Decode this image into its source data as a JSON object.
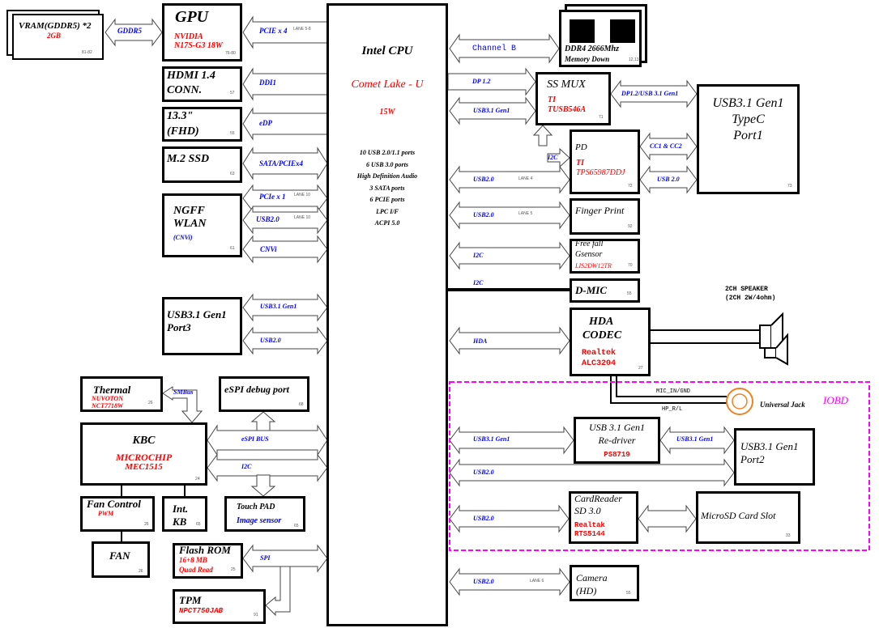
{
  "cpu": {
    "title": "Intel CPU",
    "codename": "Comet Lake - U",
    "tdp": "15W",
    "features": [
      "10 USB 2.0/1.1 ports",
      "6 USB 3.0 ports",
      "High Definition Audio",
      "3 SATA ports",
      "6 PCIE ports",
      "LPC I/F",
      "ACPI 5.0"
    ]
  },
  "blocks": {
    "vram": {
      "title": "VRAM(GDDR5) *2",
      "sub": "2GB",
      "page": "81-82"
    },
    "gpu": {
      "title": "GPU",
      "vendor": "NVIDIA",
      "part": "N17S-G3  18W",
      "page": "76-80"
    },
    "hdmi": {
      "line1": "HDMI  1.4",
      "line2": "CONN.",
      "page": "57"
    },
    "panel": {
      "line1": "13.3\"",
      "line2": "(FHD)",
      "page": "55"
    },
    "ssd": {
      "title": "M.2 SSD",
      "page": "63"
    },
    "wlan": {
      "line1": "NGFF",
      "line2": "WLAN",
      "sub": "(CNVi)",
      "page": "61"
    },
    "usb_port3": {
      "line1": "USB3.1 Gen1",
      "line2": "Port3"
    },
    "thermal": {
      "title": "Thermal",
      "vendor": "NUVOTON",
      "part": "NCT7718W",
      "page": "26"
    },
    "espi_debug": {
      "title": "eSPI debug  port",
      "page": "68"
    },
    "kbc": {
      "title": "KBC",
      "vendor": "MICROCHIP",
      "part": "MEC1515",
      "page": "24"
    },
    "fan_control": {
      "title": "Fan Control",
      "sub": "PWM",
      "page": "26"
    },
    "int_kb": {
      "line1": "Int.",
      "line2": "KB",
      "page": "65"
    },
    "touchpad": {
      "title": "Touch PAD",
      "sub": "Image sensor",
      "page": "65"
    },
    "fan": {
      "title": "FAN",
      "page": "26"
    },
    "flash_rom": {
      "title": "Flash ROM",
      "size": "16+8 MB",
      "mode": "Quad Read",
      "page": "25"
    },
    "tpm": {
      "title": "TPM",
      "part": "NPCT750JAB",
      "page": "91"
    },
    "ddr4": {
      "line1": "DDR4 2666Mhz",
      "line2": "Memory Down",
      "page": "12,13"
    },
    "ss_mux": {
      "title": "SS MUX",
      "vendor": "TI",
      "part": "TUSB546A",
      "page": "71"
    },
    "typec": {
      "line1": "USB3.1 Gen1",
      "line2": "TypeC",
      "line3": "Port1",
      "page": "73"
    },
    "pd": {
      "title": "PD",
      "vendor": "TI",
      "part": "TPS65987DDJ",
      "page": "72"
    },
    "fingerprint": {
      "title": "Finger Print",
      "page": "92"
    },
    "gsensor": {
      "line1": "Free fall",
      "line2": "Gsensor",
      "part": "LIS2DW12TR",
      "page": "70"
    },
    "dmic": {
      "title": "D-MIC",
      "page": "55"
    },
    "codec": {
      "line1": "HDA",
      "line2": "CODEC",
      "vendor": "Realtek",
      "part": "ALC3204",
      "page": "27"
    },
    "speaker": {
      "line1": "2CH SPEAKER",
      "line2": "(2CH 2W/4ohm)"
    },
    "universal_jack": {
      "title": "Universal Jack"
    },
    "iobd": {
      "title": "IOBD"
    },
    "redriver": {
      "line1": "USB 3.1 Gen1",
      "line2": "Re-driver",
      "part": "PS8719"
    },
    "usb_port2": {
      "line1": "USB3.1 Gen1",
      "line2": "Port2"
    },
    "cardreader": {
      "line1": "CardReader",
      "line2": "SD 3.0",
      "vendor": "Realtak",
      "part": "RTS5144"
    },
    "microsd": {
      "title": "MicroSD Card Slot",
      "page": "33"
    },
    "camera": {
      "line1": "Camera",
      "line2": "(HD)",
      "page": "55"
    }
  },
  "buses": {
    "gddr5": "GDDR5",
    "pcie_x4": "PCIE x 4",
    "pcie_x4_lane": "LANE 5-8",
    "ddi1": "DDI1",
    "edp": "eDP",
    "sata": "SATA/PCIEx4",
    "pcie_x1": "PCIe x 1",
    "pcie_x1_lane": "LANE 10",
    "wlan_usb": "USB2.0",
    "wlan_usb_lane": "LANE 10",
    "cnvi": "CNVi",
    "p3_usb3": "USB3.1 Gen1",
    "p3_usb2": "USB2.0",
    "smbus": "SMBus",
    "espi": "eSPI BUS",
    "kbc_i2c": "I2C",
    "spi": "SPI",
    "channel_b": "Channel B",
    "dp12": "DP 1.2",
    "mux_usb3": "USB3.1 Gen1",
    "mux_typec": "DP1.2/USB 3.1 Gen1",
    "pd_i2c": "I2C",
    "pd_usb2": "USB2.0",
    "pd_usb2_lane": "LANE 4",
    "cc": "CC1 & CC2",
    "pd_typec_usb": "USB 2.0",
    "fp_usb2": "USB2.0",
    "fp_lane": "LANE 5",
    "gs_i2c": "I2C",
    "dmic_i2c": "I2C",
    "hda": "HDA",
    "mic_in": "MIC_IN/GND",
    "hp": "HP_R/L",
    "rd_usb3": "USB3.1 Gen1",
    "rd_p2_usb3": "USB3.1 Gen1",
    "p2_usb2": "USB2.0",
    "cr_usb2": "USB2.0",
    "cam_usb2": "USB2.0",
    "cam_lane": "LANE 6"
  },
  "colors": {
    "iobd": "#ff00ff",
    "jack": "#f08020",
    "bus_label": "#0000ff",
    "part": "#ff0000"
  }
}
